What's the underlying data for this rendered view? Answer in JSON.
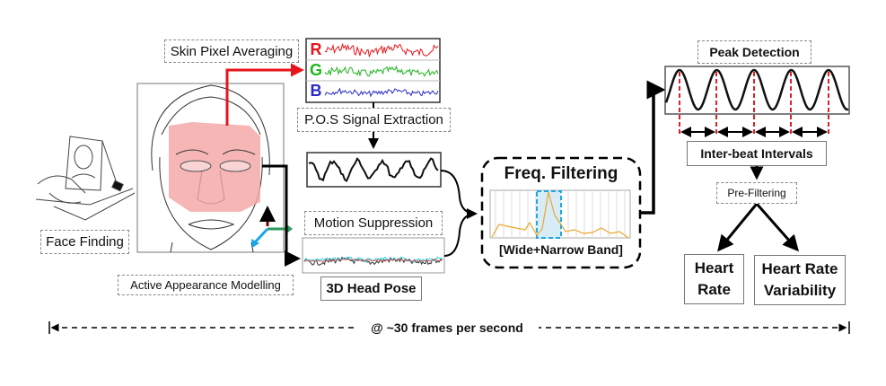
{
  "labels": {
    "skin_pixel_averaging": "Skin Pixel Averaging",
    "pos_signal_extraction": "P.O.S Signal Extraction",
    "face_finding": "Face Finding",
    "active_appearance_modelling": "Active Appearance Modelling",
    "motion_suppression": "Motion Suppression",
    "head_pose": "3D Head Pose",
    "freq_filtering": "Freq. Filtering",
    "band": "[Wide+Narrow Band]",
    "peak_detection": "Peak Detection",
    "inter_beat_intervals": "Inter-beat Intervals",
    "pre_filtering": "Pre-Filtering",
    "heart_rate_line1": "Heart",
    "heart_rate_line2": "Rate",
    "hrv_line1": "Heart Rate",
    "hrv_line2": "Variability",
    "frame_rate": "@ ~30 frames per second"
  },
  "channels": {
    "r": "R",
    "g": "G",
    "b": "B"
  },
  "colors": {
    "red": "#e8141b",
    "green": "#1fb51f",
    "blue": "#2a2ac8",
    "skin": "#f4a4a4",
    "cyan": "#1aa9e6",
    "peak": "#e02020"
  }
}
